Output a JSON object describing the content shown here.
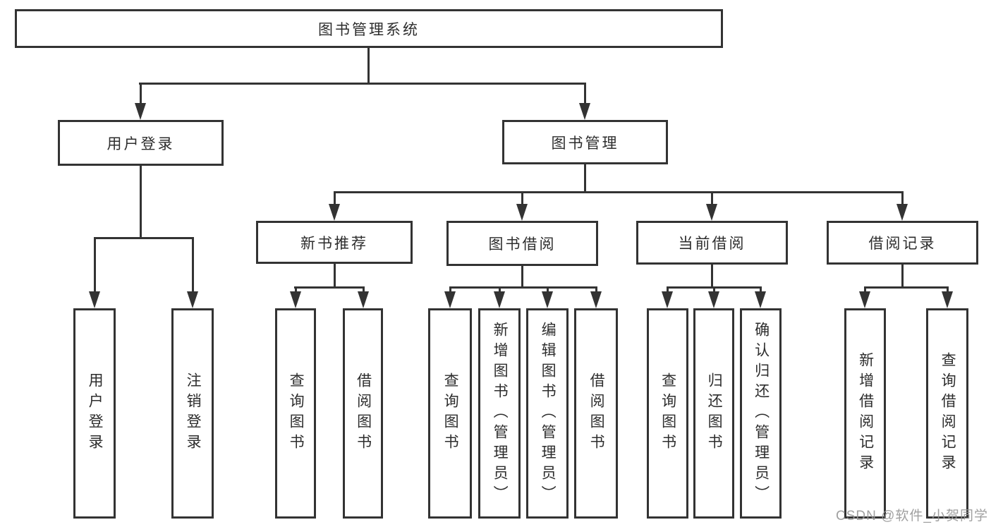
{
  "diagram": {
    "root": {
      "label": "图书管理系统"
    },
    "branches": [
      {
        "label": "用户登录",
        "children": [
          {
            "label": "用户登录"
          },
          {
            "label": "注销登录"
          }
        ]
      },
      {
        "label": "图书管理",
        "children": [
          {
            "label": "新书推荐",
            "children": [
              {
                "label": "查询图书"
              },
              {
                "label": "借阅图书"
              }
            ]
          },
          {
            "label": "图书借阅",
            "children": [
              {
                "label": "查询图书"
              },
              {
                "label": "新增图书（管理员）"
              },
              {
                "label": "编辑图书（管理员）"
              },
              {
                "label": "借阅图书"
              }
            ]
          },
          {
            "label": "当前借阅",
            "children": [
              {
                "label": "查询图书"
              },
              {
                "label": "归还图书"
              },
              {
                "label": "确认归还（管理员）"
              }
            ]
          },
          {
            "label": "借阅记录",
            "children": [
              {
                "label": "新增借阅记录"
              },
              {
                "label": "查询借阅记录"
              }
            ]
          }
        ]
      }
    ],
    "watermark": "CSDN @软件_小贺同学",
    "colors": {
      "line": "#333333",
      "border": "#333333",
      "text": "#2d2d2d",
      "watermark": "#969696",
      "background": "#ffffff"
    }
  }
}
